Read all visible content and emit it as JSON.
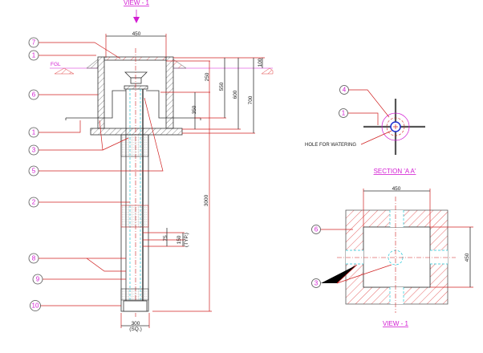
{
  "titles": {
    "view_top": "VIEW - 1",
    "section": "SECTION 'A A'",
    "view_bottom": "VIEW - 1"
  },
  "labels": {
    "fgl": "FGL",
    "hole": "HOLE FOR WATERING"
  },
  "dimensions": {
    "width_top": "450",
    "d250": "250",
    "d550": "550",
    "d600": "600",
    "d700": "700",
    "d100": "100",
    "d350": "350",
    "d3000": "3000",
    "d75": "75",
    "d150": "150",
    "typ": "(TYP.)",
    "d300": "300",
    "sq": "(SQ.)",
    "plan_w": "450",
    "plan_h": "450"
  },
  "callouts": {
    "c7": "7",
    "c1a": "1",
    "c6": "6",
    "c1b": "1",
    "c3": "3",
    "c5": "5",
    "c2": "2",
    "c8": "8",
    "c9": "9",
    "c10": "10",
    "s4": "4",
    "s1": "1",
    "p6": "6",
    "p3": "3"
  },
  "colors": {
    "accent": "#d21bd2",
    "leader": "#d02020",
    "pipe": "#20c8d8"
  }
}
